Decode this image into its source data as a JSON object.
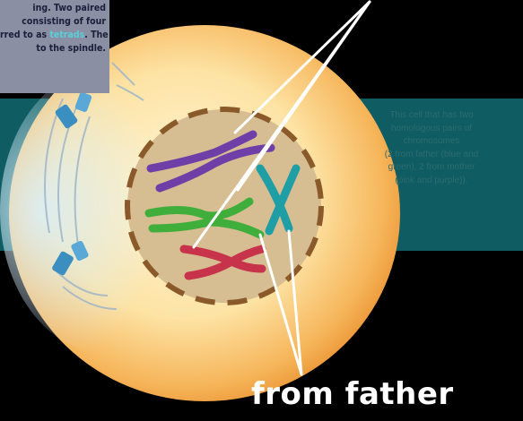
{
  "top_left_callout": {
    "line1": "ing. Two paired",
    "line2": "consisting of four",
    "line3_a": "rred to as ",
    "line3_highlight": "tetrads",
    "line3_b": ". The",
    "line4": "to the spindle."
  },
  "right_callout": {
    "line1": "This cell that has two",
    "line2": "homologous pairs of",
    "line3": "chromosomes",
    "line4": "(2 from father (blue and",
    "line5": "green), 2 from mother",
    "line6": "(pink and purple))."
  },
  "caption": "from father",
  "colors": {
    "background": "#000000",
    "cell_outer": "#f0a54a",
    "cell_inner": "#fde7b0",
    "nucleus": "#d6bd92",
    "nuclear_envelope": "#8b5a2b",
    "band": "#0f5d62",
    "chromosome_purple": "#6f3fa8",
    "chromosome_green": "#3fae3b",
    "chromosome_teal": "#1f9ea6",
    "chromosome_red": "#c7334a",
    "centrosome": "#3a8fc0",
    "pointer_lines": "#ffffff"
  }
}
